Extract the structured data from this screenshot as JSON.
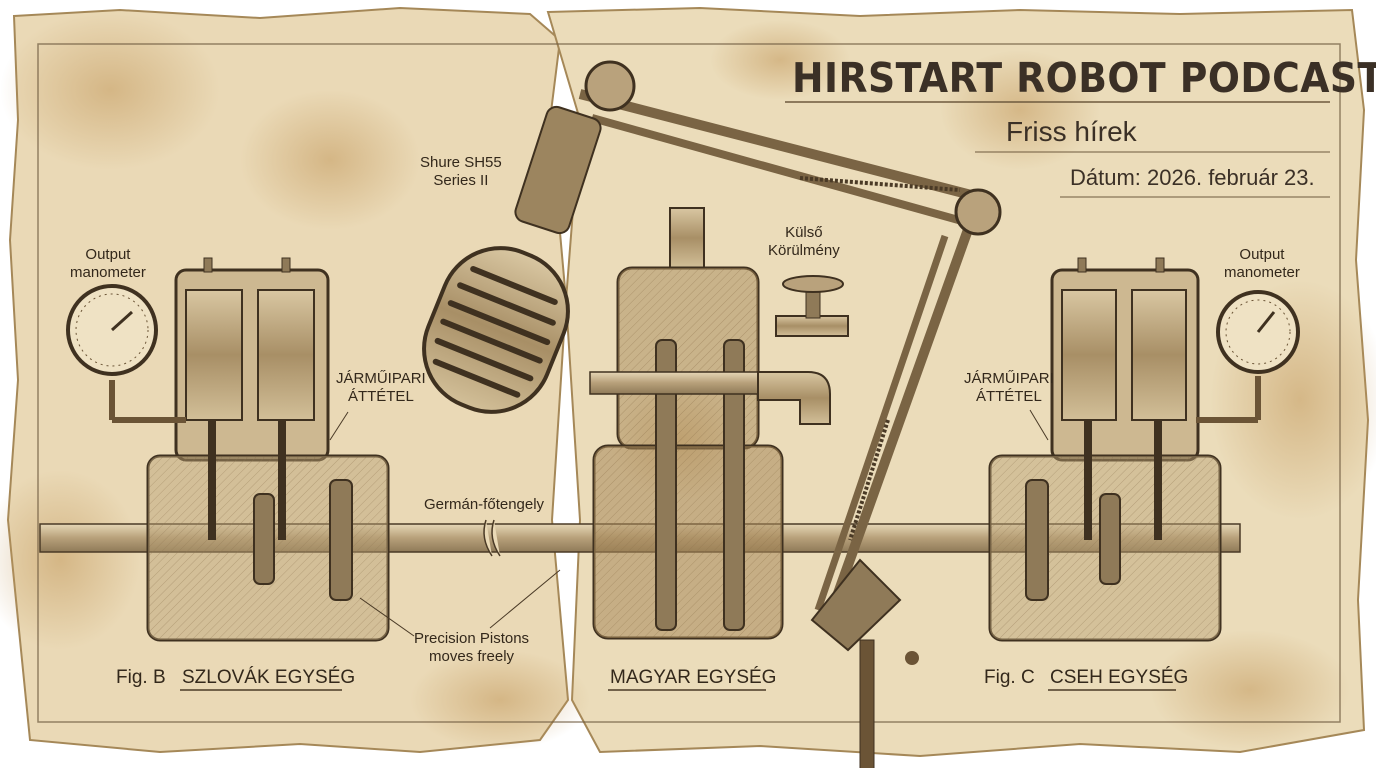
{
  "header": {
    "title": "HIRSTART ROBOT PODCAST",
    "subtitle": "Friss hírek",
    "date": "Dátum: 2026. február 23."
  },
  "annotations": {
    "mic_model_line1": "Shure SH55",
    "mic_model_line2": "Series II",
    "kulso_line1": "Külső",
    "kulso_line2": "Körülmény",
    "output_left_line1": "Output",
    "output_left_line2": "manometer",
    "output_right_line1": "Output",
    "output_right_line2": "manometer",
    "jarmu_left_line1": "JÁRMŰIPARI",
    "jarmu_left_line2": "ÁTTÉTEL",
    "jarmu_right_line1": "JÁRMŰIPARI",
    "jarmu_right_line2": "ÁTTÉTEL",
    "shaft": "Germán-főtengely",
    "pistons_line1": "Precision Pistons",
    "pistons_line2": "moves freely"
  },
  "captions": {
    "fig_b": "Fig. B",
    "szlovak": "SZLOVÁK EGYSÉG",
    "magyar": "MAGYAR EGYSÉG",
    "fig_c": "Fig. C",
    "cseh": "CSEH EGYSÉG"
  },
  "colors": {
    "paper": "#e9d9b8",
    "paper_stain": "#c9a875",
    "ink": "#3b3026",
    "metal": "#b9a27c"
  },
  "icons": [
    "microphone-icon",
    "boom-arm-icon",
    "pressure-gauge-icon",
    "engine-unit-icon",
    "valve-icon"
  ]
}
